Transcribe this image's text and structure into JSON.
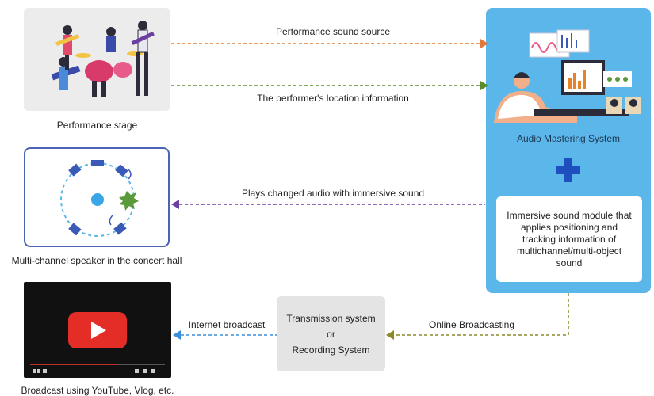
{
  "labels": {
    "performance_stage": "Performance stage",
    "speaker_hall": "Multi-channel speaker in the concert hall",
    "broadcast": "Broadcast using YouTube, Vlog, etc.",
    "audio_mastering": "Audio Mastering System",
    "immersive_module": "Immersive sound module that applies positioning and tracking information of multichannel/multi-object sound",
    "transmission_line1": "Transmission system",
    "transmission_line2": "or",
    "transmission_line3": "Recording System"
  },
  "flows": {
    "sound_source": "Performance sound source",
    "location_info": "The performer's location information",
    "immersive_playback": "Plays changed audio with immersive sound",
    "online_broadcasting": "Online Broadcasting",
    "internet_broadcast": "Internet broadcast"
  },
  "colors": {
    "orange_arrow": "#e07a3a",
    "green_arrow": "#5a8c2e",
    "purple_arrow": "#6a3fa0",
    "olive_arrow": "#8a8a2a",
    "blue_arrow": "#3a8fd8",
    "panel_blue": "#5bb6ea",
    "youtube_red": "#e52d27"
  }
}
